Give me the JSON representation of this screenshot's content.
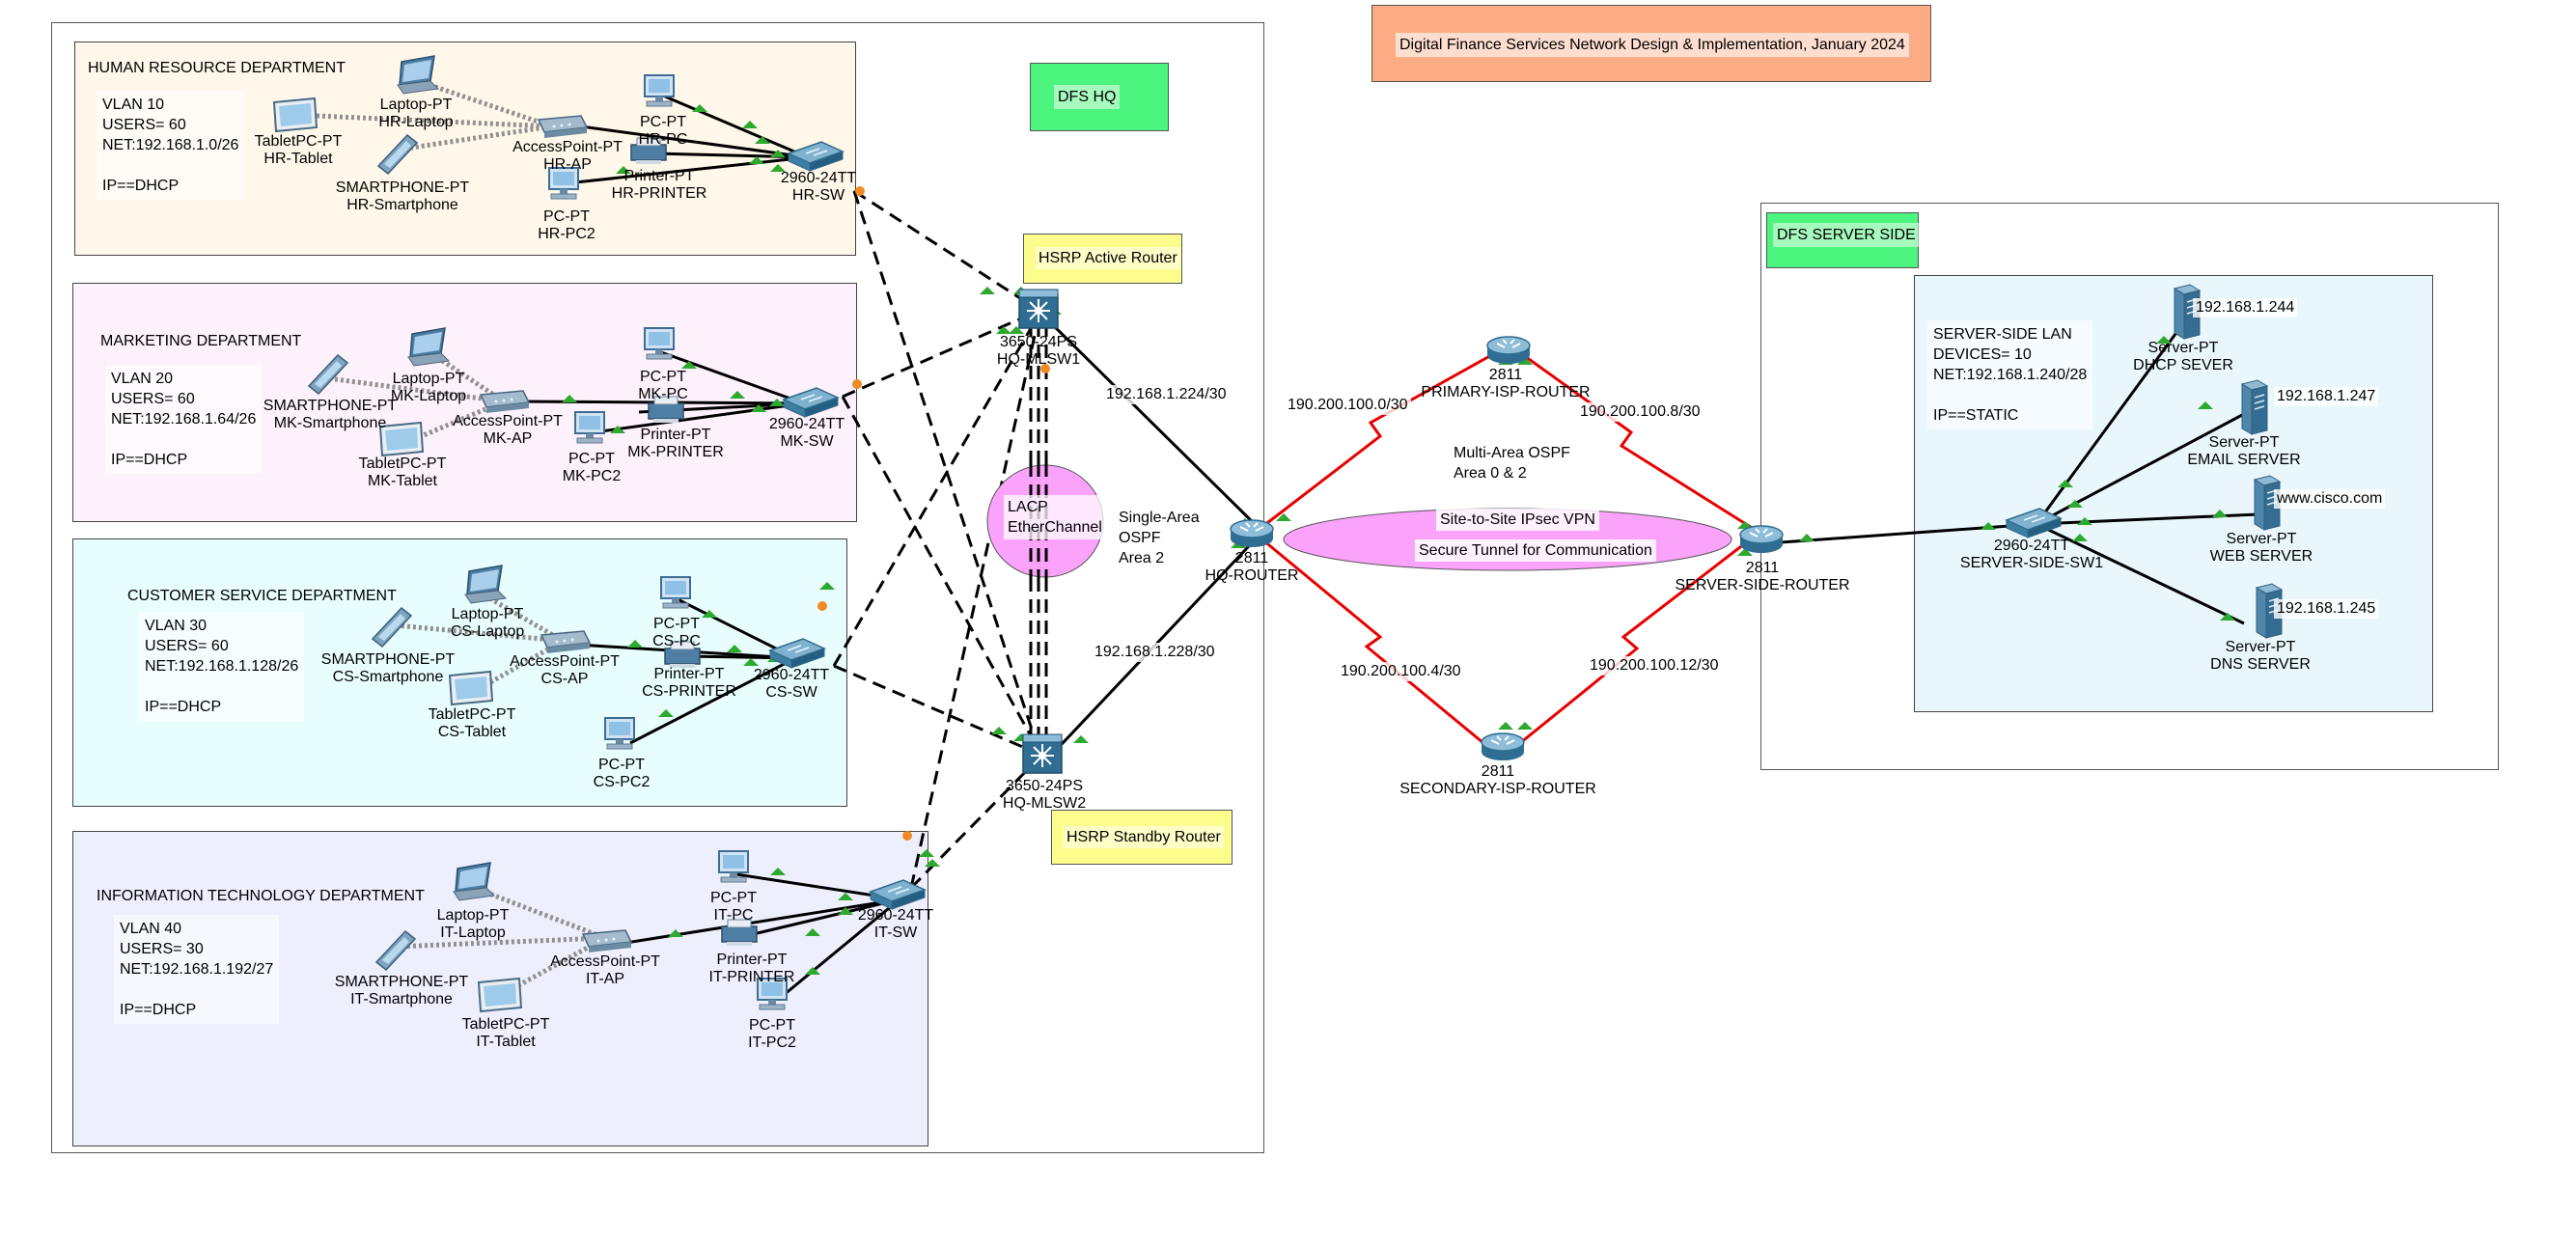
{
  "title": "Digital Finance Services Network Design & Implementation, January 2024",
  "hq_label": "DFS HQ",
  "server_side_label": "DFS SERVER SIDE",
  "hsrp_active": "HSRP Active Router",
  "hsrp_standby": "HSRP Standby Router",
  "lacp_label": "LACP\nEtherChannel",
  "ospf_single": "Single-Area\nOSPF\nArea 2",
  "ospf_multi": "Multi-Area OSPF\nArea 0 & 2",
  "vpn_line1": "Site-to-Site IPsec VPN",
  "vpn_line2": "Secure Tunnel for Communication",
  "departments": {
    "hr": {
      "name": "HUMAN RESOURCE DEPARTMENT",
      "info": "VLAN 10\nUSERS= 60\nNET:192.168.1.0/26\n\nIP==DHCP"
    },
    "mk": {
      "name": "MARKETING DEPARTMENT",
      "info": "VLAN 20\nUSERS= 60\nNET:192.168.1.64/26\n\nIP==DHCP"
    },
    "cs": {
      "name": "CUSTOMER SERVICE DEPARTMENT",
      "info": "VLAN 30\nUSERS= 60\nNET:192.168.1.128/26\n\nIP==DHCP"
    },
    "it": {
      "name": "INFORMATION TECHNOLOGY DEPARTMENT",
      "info": "VLAN 40\nUSERS= 30\nNET:192.168.1.192/27\n\nIP==DHCP"
    }
  },
  "server_lan_info": "SERVER-SIDE LAN\nDEVICES= 10\nNET:192.168.1.240/28\n\nIP==STATIC",
  "colors": {
    "title_bg": "#fbac84",
    "hq_label_bg": "#4cf57d",
    "hsrp_bg": "#fdfd8e",
    "hr_bg": "#fff7ea",
    "mk_bg": "#fdf1fb",
    "cs_bg": "#e8fdfd",
    "it_bg": "#eeeffd",
    "server_lan_bg": "#e9f7fd",
    "vpn_fill": "#fba2fb",
    "wan_link": "#e80000",
    "link_ok": "#2ea82e"
  },
  "devices": {
    "hr_tablet": [
      "TabletPC-PT",
      "HR-Tablet"
    ],
    "hr_laptop": [
      "Laptop-PT",
      "HR-Laptop"
    ],
    "hr_phone": [
      "SMARTPHONE-PT",
      "HR-Smartphone"
    ],
    "hr_ap": [
      "AccessPoint-PT",
      "HR-AP"
    ],
    "hr_pc": [
      "PC-PT",
      "HR-PC"
    ],
    "hr_printer": [
      "Printer-PT",
      "HR-PRINTER"
    ],
    "hr_pc2": [
      "PC-PT",
      "HR-PC2"
    ],
    "hr_sw": [
      "2960-24TT",
      "HR-SW"
    ],
    "mk_phone": [
      "SMARTPHONE-PT",
      "MK-Smartphone"
    ],
    "mk_laptop": [
      "Laptop-PT",
      "MK-Laptop"
    ],
    "mk_tablet": [
      "TabletPC-PT",
      "MK-Tablet"
    ],
    "mk_ap": [
      "AccessPoint-PT",
      "MK-AP"
    ],
    "mk_pc": [
      "PC-PT",
      "MK-PC"
    ],
    "mk_printer": [
      "Printer-PT",
      "MK-PRINTER"
    ],
    "mk_pc2": [
      "PC-PT",
      "MK-PC2"
    ],
    "mk_sw": [
      "2960-24TT",
      "MK-SW"
    ],
    "cs_phone": [
      "SMARTPHONE-PT",
      "CS-Smartphone"
    ],
    "cs_laptop": [
      "Laptop-PT",
      "CS-Laptop"
    ],
    "cs_tablet": [
      "TabletPC-PT",
      "CS-Tablet"
    ],
    "cs_ap": [
      "AccessPoint-PT",
      "CS-AP"
    ],
    "cs_pc": [
      "PC-PT",
      "CS-PC"
    ],
    "cs_printer": [
      "Printer-PT",
      "CS-PRINTER"
    ],
    "cs_pc2": [
      "PC-PT",
      "CS-PC2"
    ],
    "cs_sw": [
      "2960-24TT",
      "CS-SW"
    ],
    "it_laptop": [
      "Laptop-PT",
      "IT-Laptop"
    ],
    "it_phone": [
      "SMARTPHONE-PT",
      "IT-Smartphone"
    ],
    "it_tablet": [
      "TabletPC-PT",
      "IT-Tablet"
    ],
    "it_ap": [
      "AccessPoint-PT",
      "IT-AP"
    ],
    "it_pc": [
      "PC-PT",
      "IT-PC"
    ],
    "it_printer": [
      "Printer-PT",
      "IT-PRINTER"
    ],
    "it_pc2": [
      "PC-PT",
      "IT-PC2"
    ],
    "it_sw": [
      "2960-24TT",
      "IT-SW"
    ],
    "mlsw1": [
      "3650-24PS",
      "HQ-MLSW1"
    ],
    "mlsw2": [
      "3650-24PS",
      "HQ-MLSW2"
    ],
    "hq_router": [
      "2811",
      "HQ-ROUTER"
    ],
    "isp1": [
      "2811",
      "PRIMARY-ISP-ROUTER"
    ],
    "isp2": [
      "2811",
      "SECONDARY-ISP-ROUTER"
    ],
    "srv_router": [
      "2811",
      "SERVER-SIDE-ROUTER"
    ],
    "srv_sw": [
      "2960-24TT",
      "SERVER-SIDE-SW1"
    ],
    "dhcp": [
      "Server-PT",
      "DHCP SEVER"
    ],
    "email": [
      "Server-PT",
      "EMAIL SERVER"
    ],
    "web": [
      "Server-PT",
      "WEB SERVER"
    ],
    "dns": [
      "Server-PT",
      "DNS SERVER"
    ]
  },
  "server_tags": {
    "dhcp": "192.168.1.244",
    "email": "192.168.1.247",
    "web": "www.cisco.com",
    "dns": "192.168.1.245"
  },
  "link_labels": {
    "mlsw1_router": "192.168.1.224/30",
    "mlsw2_router": "192.168.1.228/30",
    "hq_isp1": "190.200.100.0/30",
    "isp1_srv": "190.200.100.8/30",
    "hq_isp2": "190.200.100.4/30",
    "isp2_srv": "190.200.100.12/30"
  }
}
